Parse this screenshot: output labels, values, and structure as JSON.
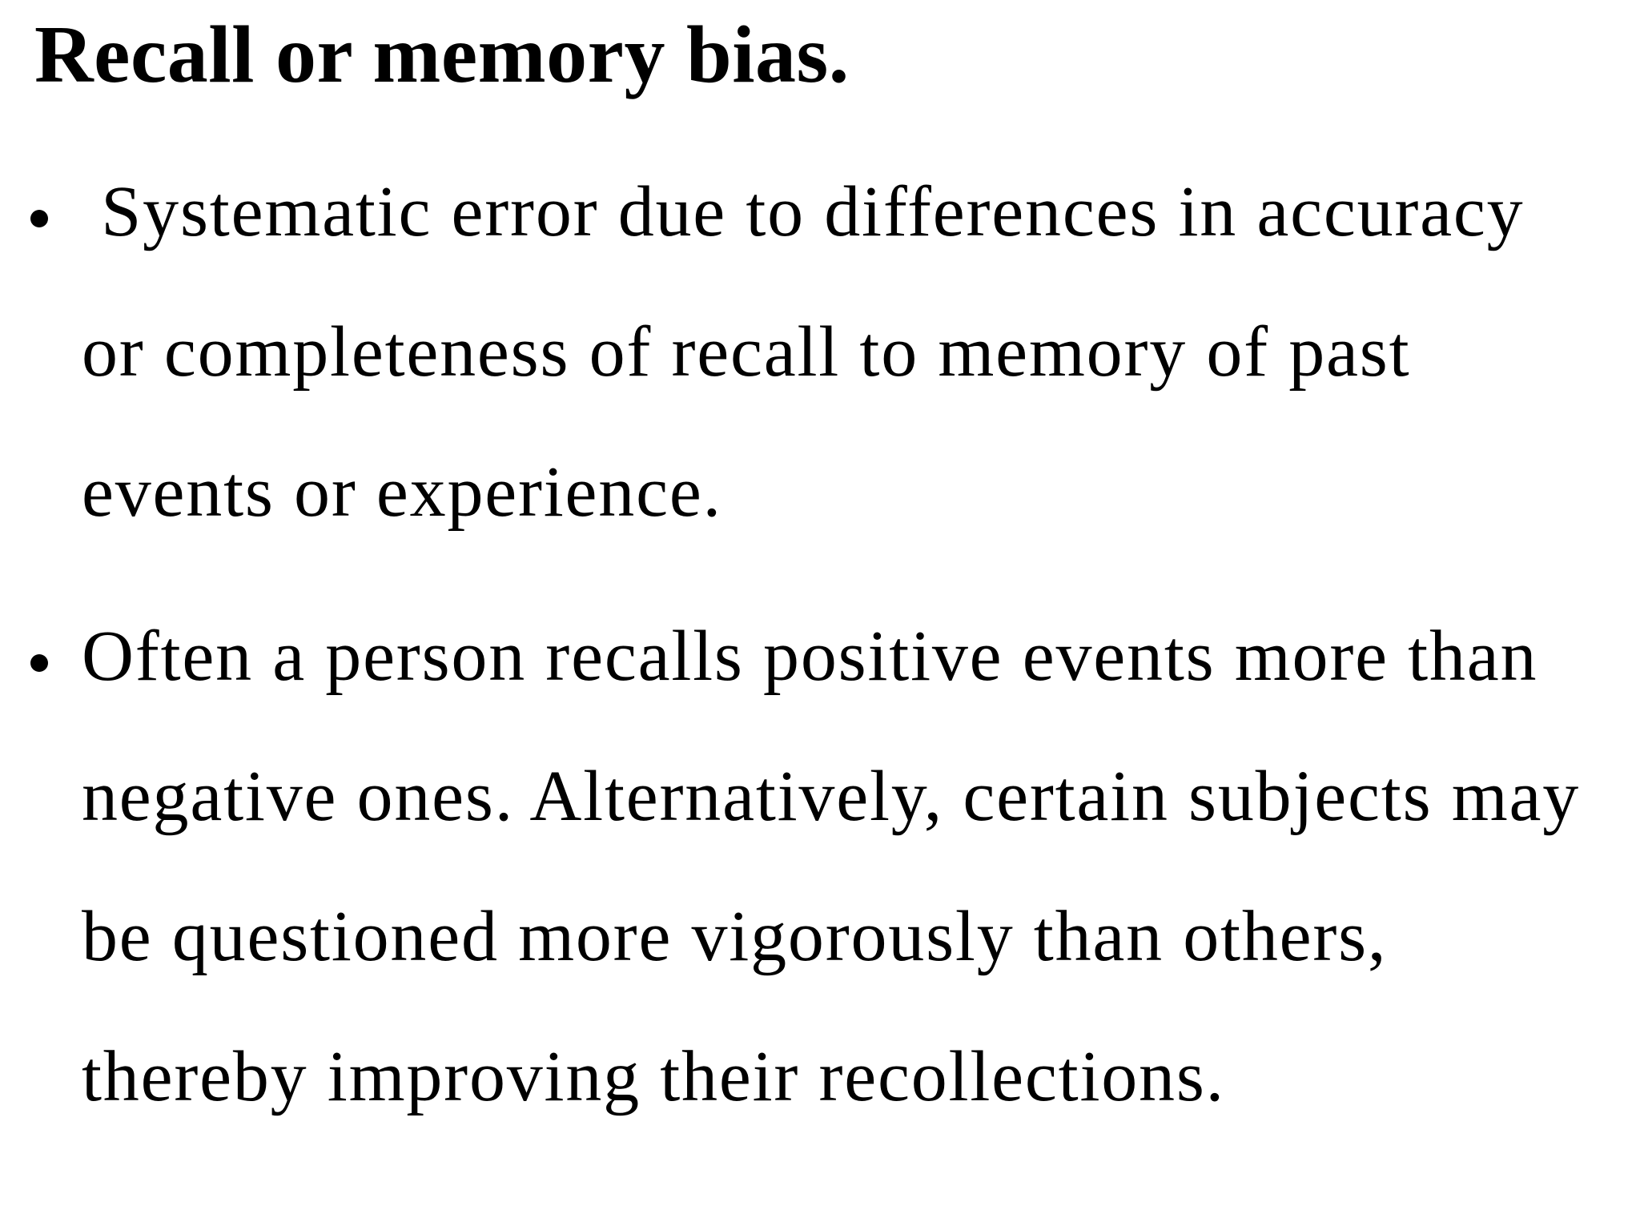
{
  "slide": {
    "background_color": "#ffffff",
    "text_color": "#000000",
    "title": "Recall or memory bias.",
    "bullets": [
      {
        "lines": [
          " Systematic error due to differences in accuracy",
          "or completeness of recall to memory of past",
          "events or experience."
        ],
        "full_text": "Systematic error due to differences in accuracy or completeness of recall to memory of past events or experience."
      },
      {
        "lines": [
          "Often a person recalls positive events more than",
          "negative ones. Alternatively, certain subjects may",
          "be questioned more vigorously than others,",
          "thereby improving their recollections."
        ],
        "full_text": "Often a person recalls positive events more than negative ones. Alternatively, certain subjects may be questioned more vigorously than others, thereby improving their recollections."
      }
    ]
  }
}
